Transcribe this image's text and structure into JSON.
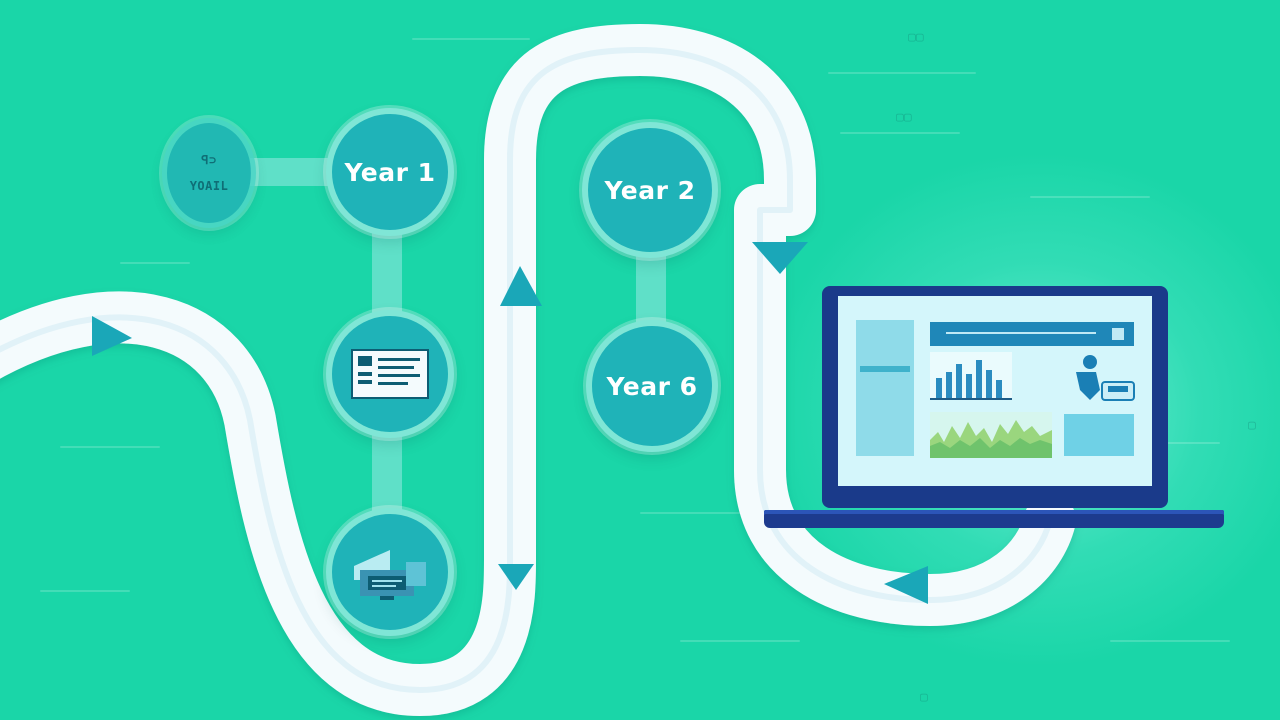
{
  "nodes": {
    "start": {
      "top_text": "ꟼ⊃",
      "main_text": "YOAIL"
    },
    "year1": {
      "label": "Year 1"
    },
    "year2": {
      "label": "Year 2"
    },
    "year3": {
      "label": "Year 6"
    }
  },
  "colors": {
    "background": "#1ad6a8",
    "road": "#f4fbfd",
    "node_fill": "#1fb3b8",
    "node_ring": "#7fe6d6",
    "arrow": "#1aa7b8",
    "laptop_frame": "#1a3a8a"
  },
  "icons": [
    "document-icon",
    "dashboard-icon",
    "chart-icon",
    "bar-chart-icon",
    "area-chart-icon",
    "person-icon",
    "arrow-right-icon",
    "arrow-up-icon",
    "arrow-down-icon",
    "arrow-left-icon"
  ]
}
